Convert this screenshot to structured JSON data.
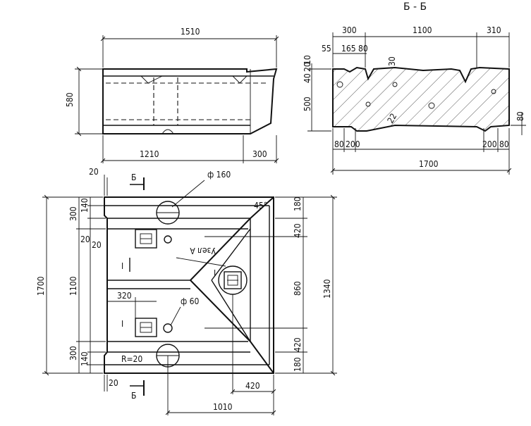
{
  "top_view": {
    "dims": {
      "length": "1510",
      "height": "580",
      "inner": "1210",
      "end": "300"
    }
  },
  "section_bb": {
    "title": "Б - Б",
    "dims": {
      "top_left": "300",
      "top_mid": "1100",
      "top_right": "310",
      "d55": "55",
      "d165": "165",
      "d80a": "80",
      "d30": "30",
      "d40": "40",
      "d20": "20",
      "d10": "10",
      "height": "500",
      "slope": "22",
      "right80": "80",
      "b80a": "80",
      "b200a": "200",
      "b200b": "200",
      "b80b": "80",
      "total": "1700"
    }
  },
  "plan": {
    "section_mark": "Б",
    "hole_large": "ф 160",
    "hole_small": "ф 60",
    "node_label": "Узел А",
    "radius": "R=20",
    "angle": "45°",
    "cut_mark": "I",
    "dims": {
      "left_total": "1700",
      "left_300a": "300",
      "left_1100": "1100",
      "left_300b": "300",
      "left_140a": "140",
      "left_140b": "140",
      "left_20a": "20",
      "left_20b": "20",
      "top_20": "20",
      "bot_20": "20",
      "w320": "320",
      "right_180a": "180",
      "right_420a": "420",
      "right_860": "860",
      "right_420b": "420",
      "right_180b": "180",
      "right_1340": "1340",
      "bottom_420": "420",
      "bottom_1010": "1010"
    }
  }
}
